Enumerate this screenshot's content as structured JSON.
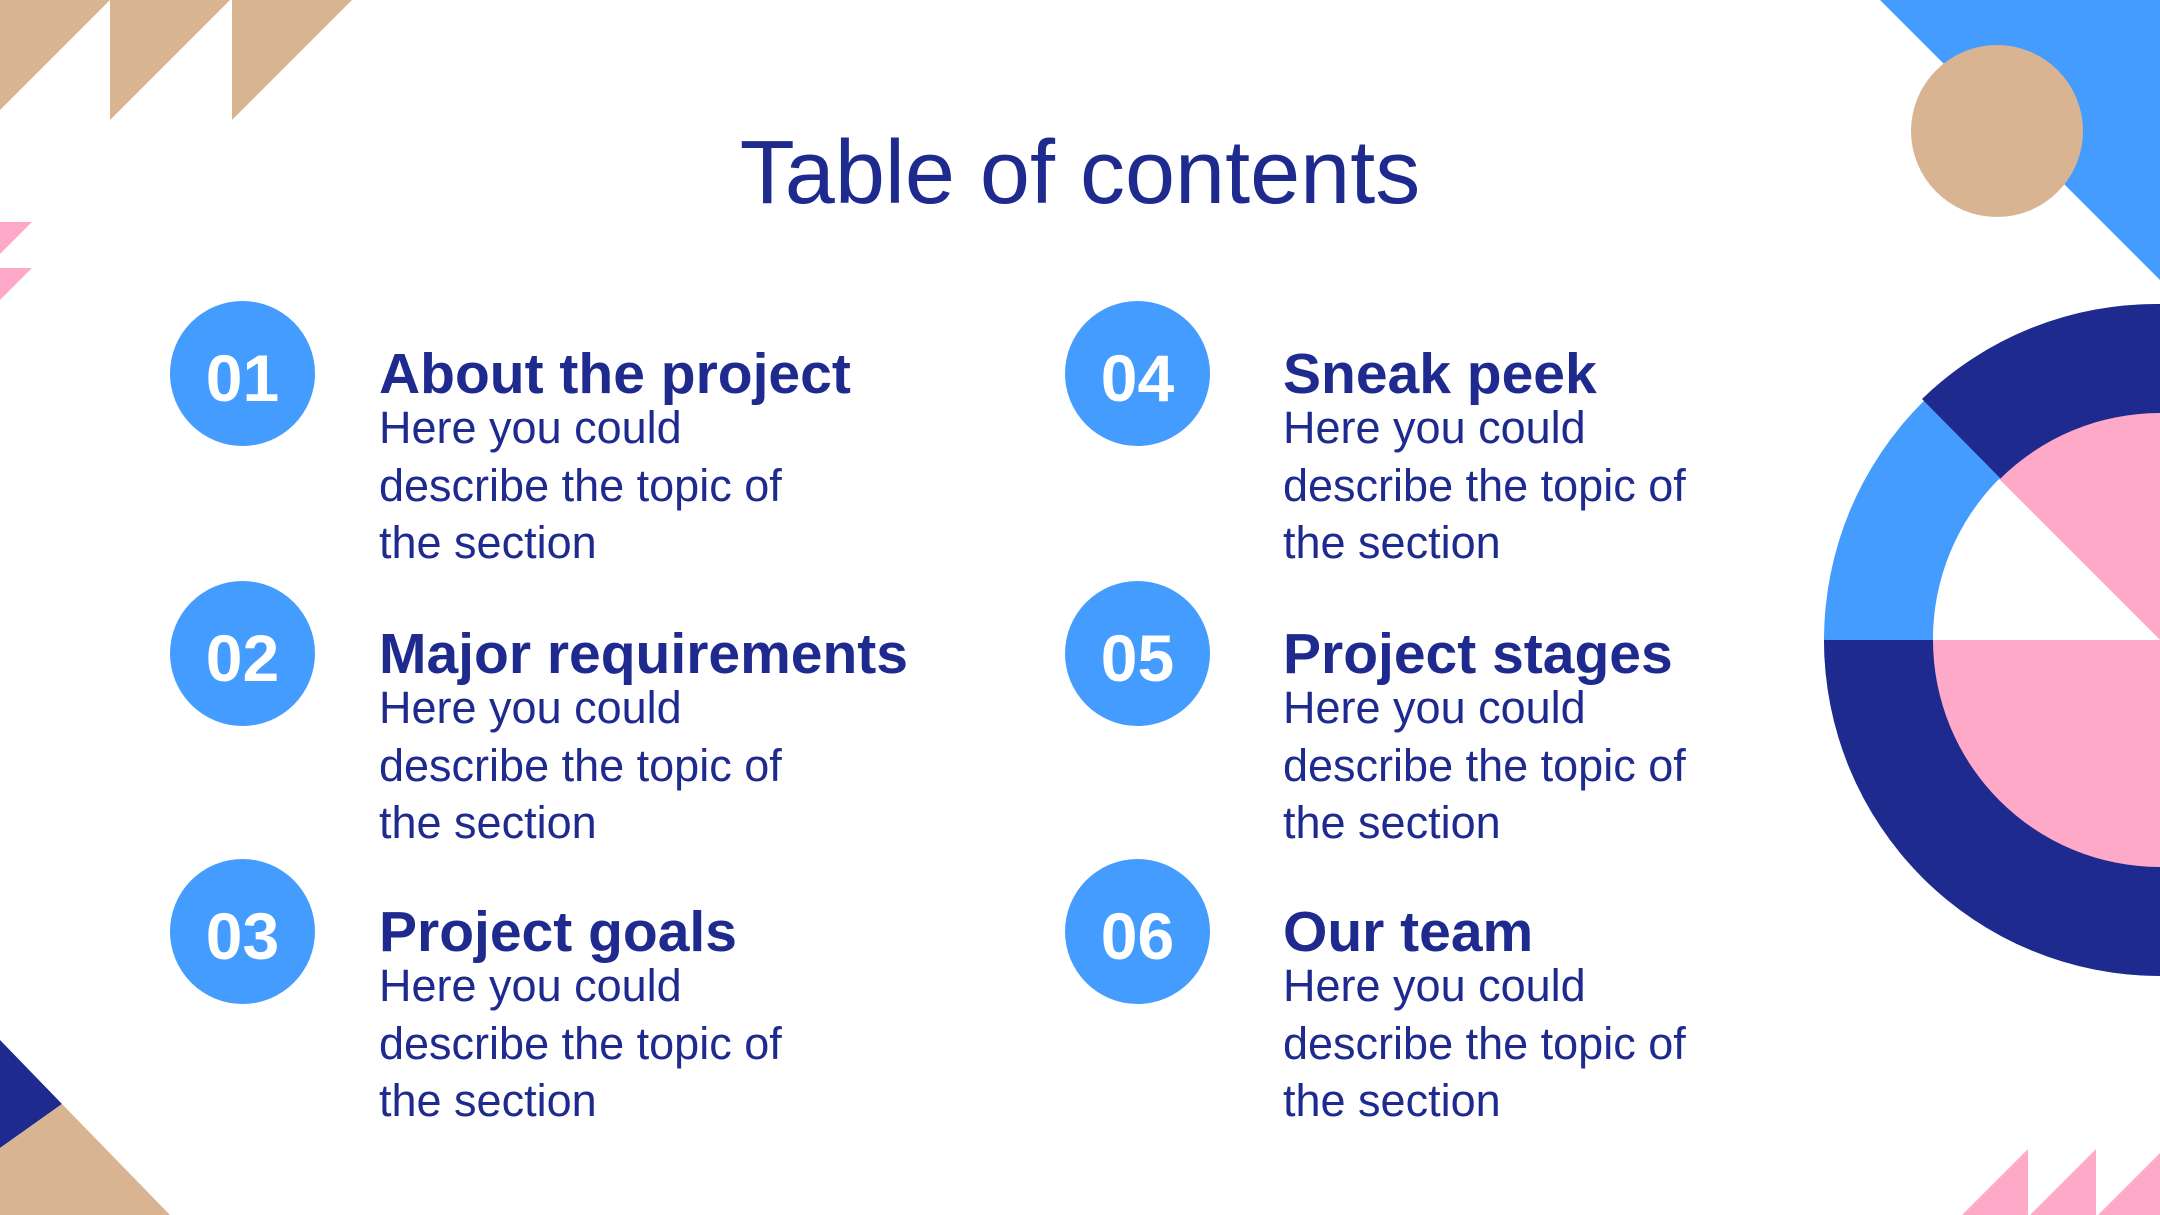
{
  "slide": {
    "title": "Table of contents",
    "items": [
      {
        "number": "01",
        "title": "About the project",
        "description": "Here you could describe the topic of the section"
      },
      {
        "number": "02",
        "title": "Major requirements",
        "description": "Here you could describe the topic of the section"
      },
      {
        "number": "03",
        "title": "Project goals",
        "description": "Here you could describe the topic of the section"
      },
      {
        "number": "04",
        "title": "Sneak peek",
        "description": "Here you could describe the topic of the section"
      },
      {
        "number": "05",
        "title": "Project stages",
        "description": "Here you could describe the topic of the section"
      },
      {
        "number": "06",
        "title": "Our team",
        "description": "Here you could describe the topic of the section"
      }
    ]
  },
  "colors": {
    "navy": "#1f2a8f",
    "blue": "#449cff",
    "tan": "#d8b492",
    "pink": "#ffa9c9",
    "background": "#ffffff"
  }
}
